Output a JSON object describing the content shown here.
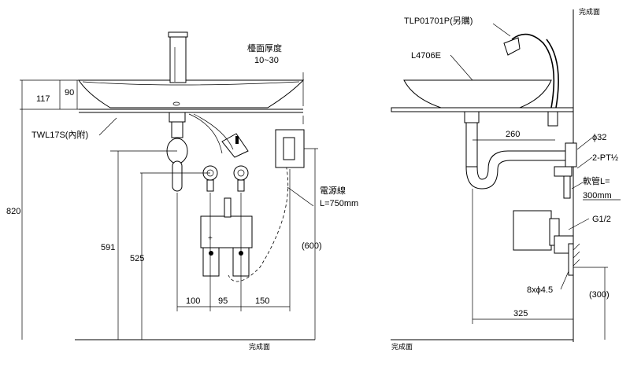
{
  "left_view": {
    "counter_thickness_label": "檯面厚度",
    "counter_thickness_value": "10~30",
    "dim_117": "117",
    "dim_90": "90",
    "dim_820": "820",
    "dim_591": "591",
    "dim_525": "525",
    "dim_600": "(600)",
    "dim_100": "100",
    "dim_95": "95",
    "dim_150": "150",
    "drain_label": "TWL17S(內附)",
    "power_label": "電源線",
    "power_length": "L=750mm",
    "floor_label": "完成面"
  },
  "right_view": {
    "faucet_label": "TLP01701P(另購)",
    "basin_label": "L4706E",
    "wall_label_top": "完成面",
    "floor_label": "完成面",
    "dim_260": "260",
    "dim_phi32": "ϕ32",
    "dim_pt": "2-PT½",
    "hose_label": "軟管L=",
    "hose_length": "300mm",
    "dim_g12": "G1/2",
    "dim_screws": "8xϕ4.5",
    "dim_300": "(300)",
    "dim_325": "325"
  }
}
